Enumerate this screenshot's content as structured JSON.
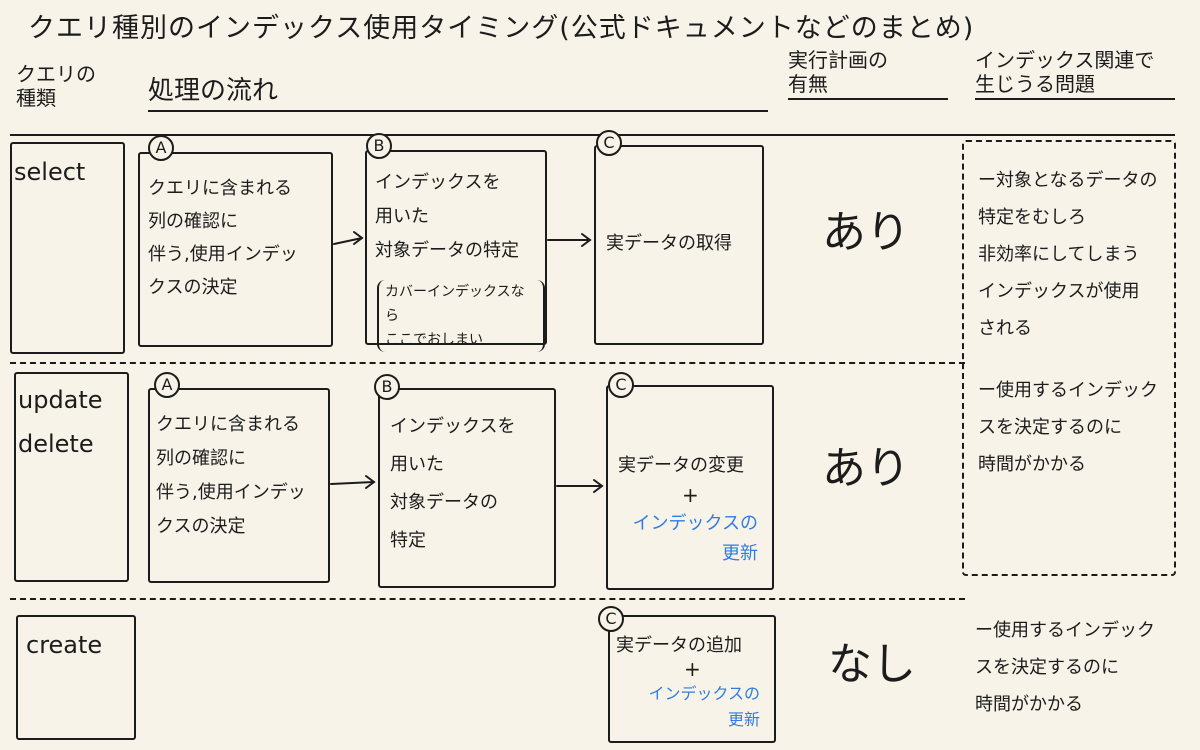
{
  "title": "クエリ種別のインデックス使用タイミング(公式ドキュメントなどのまとめ)",
  "headers": {
    "query_type": "クエリの\n種類",
    "flow": "処理の流れ",
    "plan": "実行計画の\n有無",
    "issues": "インデックス関連で\n生じうる問題"
  },
  "rows": {
    "select": {
      "label": "select",
      "a_badge": "A",
      "a_text": "クエリに含まれる\n列の確認に\n伴う,使用インデッ\nクスの決定",
      "b_badge": "B",
      "b_text": "インデックスを\n用いた\n対象データの特定",
      "b_note": "カバーインデックスなら\nここでおしまい",
      "c_badge": "C",
      "c_text": "実データの取得",
      "plan": "あり",
      "issue": "ー対象となるデータの\n特定をむしろ\n非効率にしてしまう\nインデックスが使用\nされる"
    },
    "update": {
      "label": "update\ndelete",
      "a_badge": "A",
      "a_text": "クエリに含まれる\n列の確認に\n伴う,使用インデッ\nクスの決定",
      "b_badge": "B",
      "b_text": "インデックスを\n用いた\n対象データの\n特定",
      "c_badge": "C",
      "c_text": "実データの変更",
      "c_plus": "+",
      "c_blue": "インデックスの\n更新",
      "plan": "あり",
      "issue": "ー使用するインデック\nスを決定するのに\n時間がかかる"
    },
    "create": {
      "label": "create",
      "c_badge": "C",
      "c_text": "実データの追加",
      "c_plus": "+",
      "c_blue": "インデックスの\n更新",
      "plan": "なし",
      "issue": "ー使用するインデック\nスを決定するのに\n時間がかかる"
    }
  },
  "colors": {
    "ink": "#1c1c1c",
    "blue": "#2f7de1",
    "paper": "#f7f3e8"
  }
}
